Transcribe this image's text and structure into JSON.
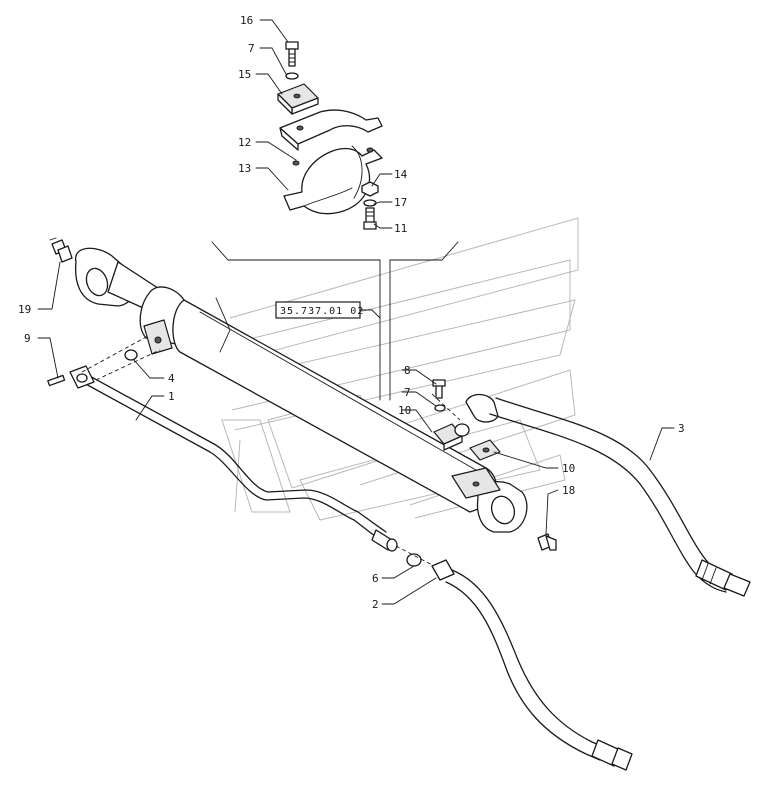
{
  "callouts": [
    {
      "id": "c16a",
      "text": "16"
    },
    {
      "id": "c7a",
      "text": "7"
    },
    {
      "id": "c15",
      "text": "15"
    },
    {
      "id": "c12",
      "text": "12"
    },
    {
      "id": "c13",
      "text": "13"
    },
    {
      "id": "c14",
      "text": "14"
    },
    {
      "id": "c17",
      "text": "17"
    },
    {
      "id": "c11",
      "text": "11"
    },
    {
      "id": "c19",
      "text": "19"
    },
    {
      "id": "c9",
      "text": "9"
    },
    {
      "id": "c4",
      "text": "4"
    },
    {
      "id": "c1",
      "text": "1"
    },
    {
      "id": "c8",
      "text": "8"
    },
    {
      "id": "c7b",
      "text": "7"
    },
    {
      "id": "c10a",
      "text": "10"
    },
    {
      "id": "c10b",
      "text": "10"
    },
    {
      "id": "c3",
      "text": "3"
    },
    {
      "id": "c18",
      "text": "18"
    },
    {
      "id": "c6",
      "text": "6"
    },
    {
      "id": "c2",
      "text": "2"
    }
  ],
  "reference_box": {
    "text": "35.737.01 02"
  }
}
